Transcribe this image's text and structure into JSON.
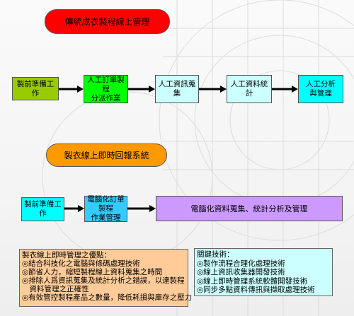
{
  "section1": {
    "title": "傳統成衣製程線上管理",
    "steps": [
      "製前準備工作",
      "人工訂單製\n程\n分派作業",
      "人工資訊蒐\n集",
      "人工資料統\n計",
      "人工分析\n與管理"
    ]
  },
  "section2": {
    "title": "製衣線上即時回報系統",
    "steps": [
      "製前準備工\n作",
      "電腦化訂單\n製程\n作業管理",
      "電腦化資料蒐集、統計分析及管理"
    ]
  },
  "advantages": {
    "title": "製衣線上即時管理之優點：",
    "items": [
      "◎結合科技化之電腦與條碼處理技術",
      "◎節省人力，縮短製程線上資料蒐集之時間",
      "◎排除人爲資訊蒐集及統計分析之錯誤，以達製程",
      "　資料管理之正確性",
      "◎有效管控製程產品之數量，降低耗損與庫存之壓力"
    ]
  },
  "key_tech": {
    "title": "關鍵技術：",
    "items": [
      "◎製作流程合理化處理技術",
      "◎線上資訊收集器開發技術",
      "◎線上即時管理系統軟體開發技術",
      "◎同步多點資料傳訊與擷取處理技術"
    ]
  },
  "colors": {
    "title1_fill": "#ff0000",
    "title2_fill": "#ff9900",
    "step_olive": "#99cc00",
    "step_green": "#00ff00",
    "step_lightcyan": "#ccffff",
    "step_cyan": "#00ffff",
    "step_violet": "#cc99ff",
    "step_blue": "#33ccff",
    "note_peach": "#ffcc99",
    "note_cyan": "#ccffff",
    "arrow": "#000000"
  }
}
